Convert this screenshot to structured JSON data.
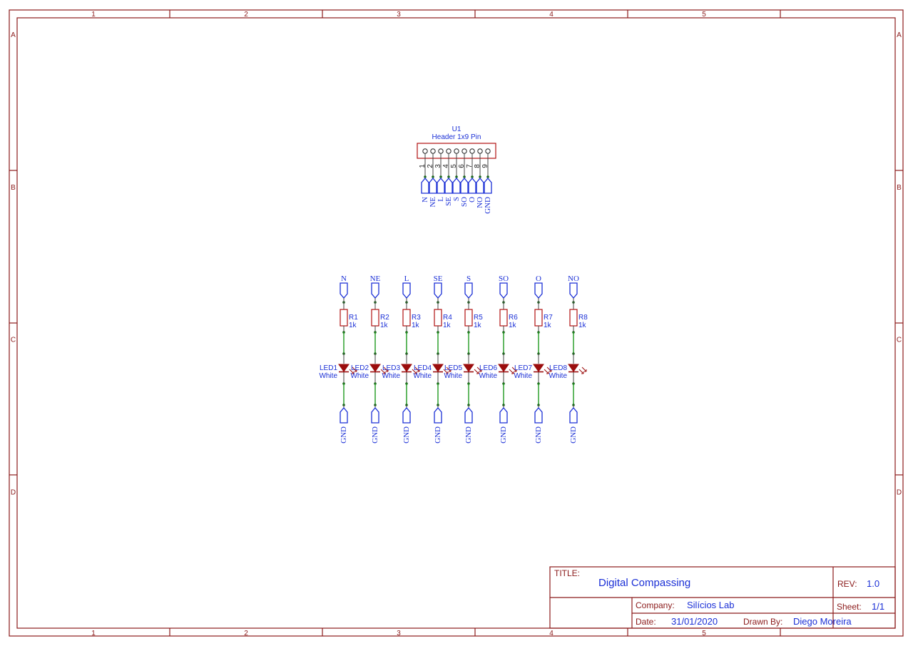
{
  "sheet": {
    "col_labels": [
      "1",
      "2",
      "3",
      "4",
      "5"
    ],
    "row_labels": [
      "A",
      "B",
      "C",
      "D"
    ]
  },
  "header": {
    "ref": "U1",
    "value": "Header 1x9 Pin",
    "pin_numbers": [
      "1",
      "2",
      "3",
      "4",
      "5",
      "6",
      "7",
      "8",
      "9"
    ],
    "net_labels": [
      "N",
      "NE",
      "L",
      "SE",
      "S",
      "SO",
      "O",
      "NO",
      "GND"
    ]
  },
  "channels": [
    {
      "net": "N",
      "resistor": "R1",
      "resistor_value": "1k",
      "led": "LED1",
      "led_color": "White",
      "gnd": "GND"
    },
    {
      "net": "NE",
      "resistor": "R2",
      "resistor_value": "1k",
      "led": "LED2",
      "led_color": "White",
      "gnd": "GND"
    },
    {
      "net": "L",
      "resistor": "R3",
      "resistor_value": "1k",
      "led": "LED3",
      "led_color": "White",
      "gnd": "GND"
    },
    {
      "net": "SE",
      "resistor": "R4",
      "resistor_value": "1k",
      "led": "LED4",
      "led_color": "White",
      "gnd": "GND"
    },
    {
      "net": "S",
      "resistor": "R5",
      "resistor_value": "1k",
      "led": "LED5",
      "led_color": "White",
      "gnd": "GND"
    },
    {
      "net": "SO",
      "resistor": "R6",
      "resistor_value": "1k",
      "led": "LED6",
      "led_color": "White",
      "gnd": "GND"
    },
    {
      "net": "O",
      "resistor": "R7",
      "resistor_value": "1k",
      "led": "LED7",
      "led_color": "White",
      "gnd": "GND"
    },
    {
      "net": "NO",
      "resistor": "R8",
      "resistor_value": "1k",
      "led": "LED8",
      "led_color": "White",
      "gnd": "GND"
    }
  ],
  "title_block": {
    "title_label": "TITLE:",
    "title": "Digital Compassing",
    "rev_label": "REV:",
    "rev": "1.0",
    "company_label": "Company:",
    "company": "Silícios Lab",
    "sheet_label": "Sheet:",
    "sheet": "1/1",
    "date_label": "Date:",
    "date": "31/01/2020",
    "drawn_by_label": "Drawn By:",
    "drawn_by": "Diego Moreira"
  },
  "colors": {
    "frame": "#8b1a1a",
    "text_blue": "#1a2fd6",
    "wire_green": "#1e9a1e",
    "component_red": "#b01010"
  }
}
